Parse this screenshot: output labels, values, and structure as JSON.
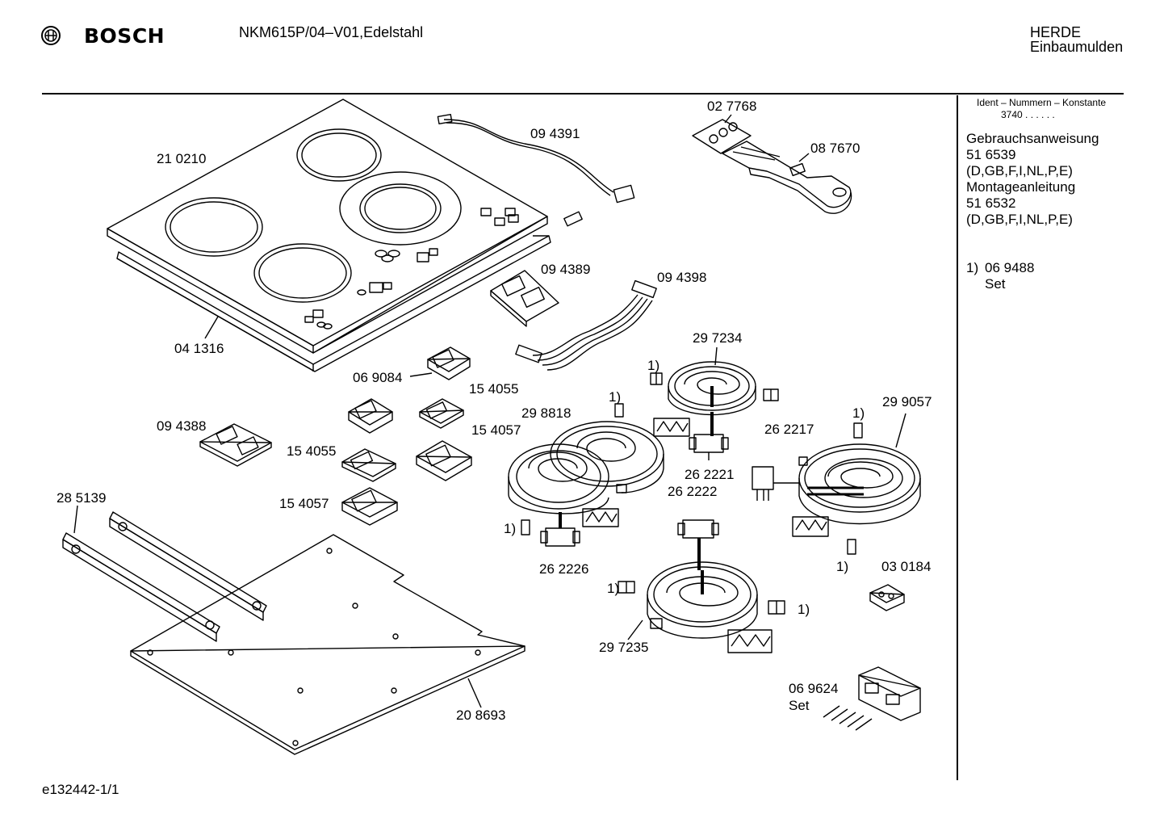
{
  "header": {
    "brand": "BOSCH",
    "model": "NKM615P/04–V01,Edelstahl",
    "category": "HERDE",
    "subcategory": "Einbaumulden"
  },
  "footer": {
    "doc_id": "e132442-1/1"
  },
  "sidebar": {
    "ident_title": "Ident – Nummern – Konstante",
    "ident_value": "3740 . . . . . .",
    "lines": [
      "Gebrauchsanweisung",
      "51 6539",
      "(D,GB,F,I,NL,P,E)",
      "Montageanleitung",
      "51 6532",
      "(D,GB,F,I,NL,P,E)"
    ],
    "note_marker": "1)",
    "note_number": "06 9488",
    "note_text": "Set"
  },
  "parts": {
    "p210210": "21 0210",
    "p041316": "04 1316",
    "p094391": "09 4391",
    "p027768": "02 7768",
    "p087670": "08 7670",
    "p094389": "09 4389",
    "p094398": "09 4398",
    "p069084": "06 9084",
    "p154055a": "15 4055",
    "p154057a": "15 4057",
    "p094388": "09 4388",
    "p154055b": "15 4055",
    "p154057b": "15 4057",
    "p285139": "28 5139",
    "p298818": "29 8818",
    "p297234": "29 7234",
    "p299057": "29 9057",
    "p262217": "26 2217",
    "p262221": "26 2221",
    "p262222": "26 2222",
    "p262226": "26 2226",
    "p297235": "29 7235",
    "p030184": "03 0184",
    "p069624": "06 9624",
    "p069624_set": "Set",
    "p208693": "20 8693",
    "fn": "1)"
  }
}
